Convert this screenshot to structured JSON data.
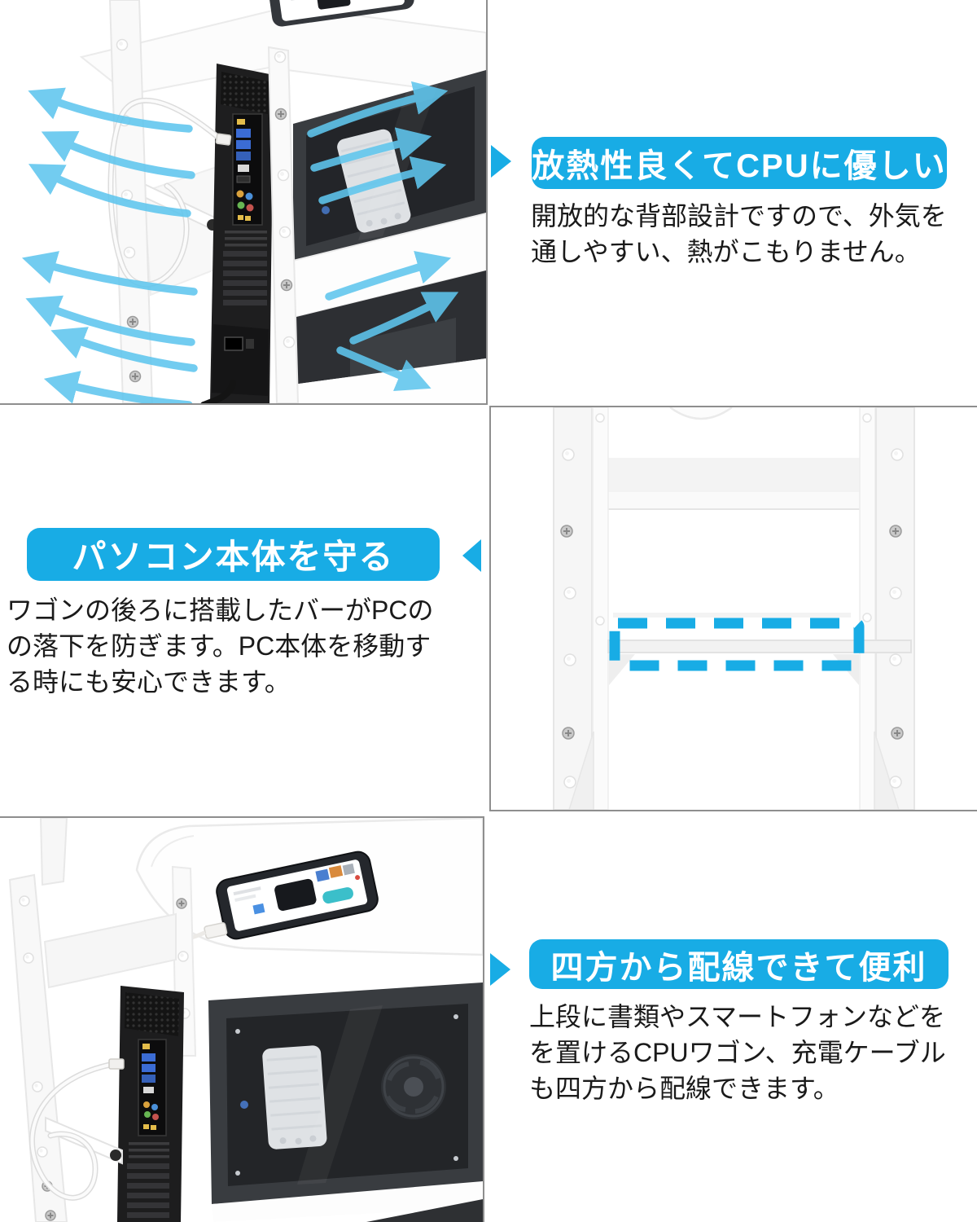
{
  "palette": {
    "accent_blue": "#18ace5",
    "airflow_blue": "#5fc6ee",
    "photo_border_gray": "#8e8e8e",
    "text_color": "#1a1a1a"
  },
  "icons": {
    "pointer_right": "right-pointing-triangle",
    "pointer_left": "left-pointing-triangle",
    "bar_highlight": "blue-dashed-rectangle"
  },
  "sections": [
    {
      "id": "heat",
      "heading": "放熱性良くてCPUに優しい",
      "body_lines": [
        "開放的な背部設計ですので、外気を",
        "通しやすい、熱がこもりません。"
      ]
    },
    {
      "id": "protect",
      "heading": "パソコン本体を守る",
      "body_lines": [
        "ワゴンの後ろに搭載したバーがPCの",
        "の落下を防ぎます。PC本体を移動す",
        "る時にも安心できます。"
      ]
    },
    {
      "id": "wiring",
      "heading": "四方から配線できて便利",
      "body_lines": [
        "上段に書類やスマートフォンなどを",
        "を置けるCPUワゴン、充電ケーブル",
        "も四方から配線できます。"
      ]
    }
  ]
}
